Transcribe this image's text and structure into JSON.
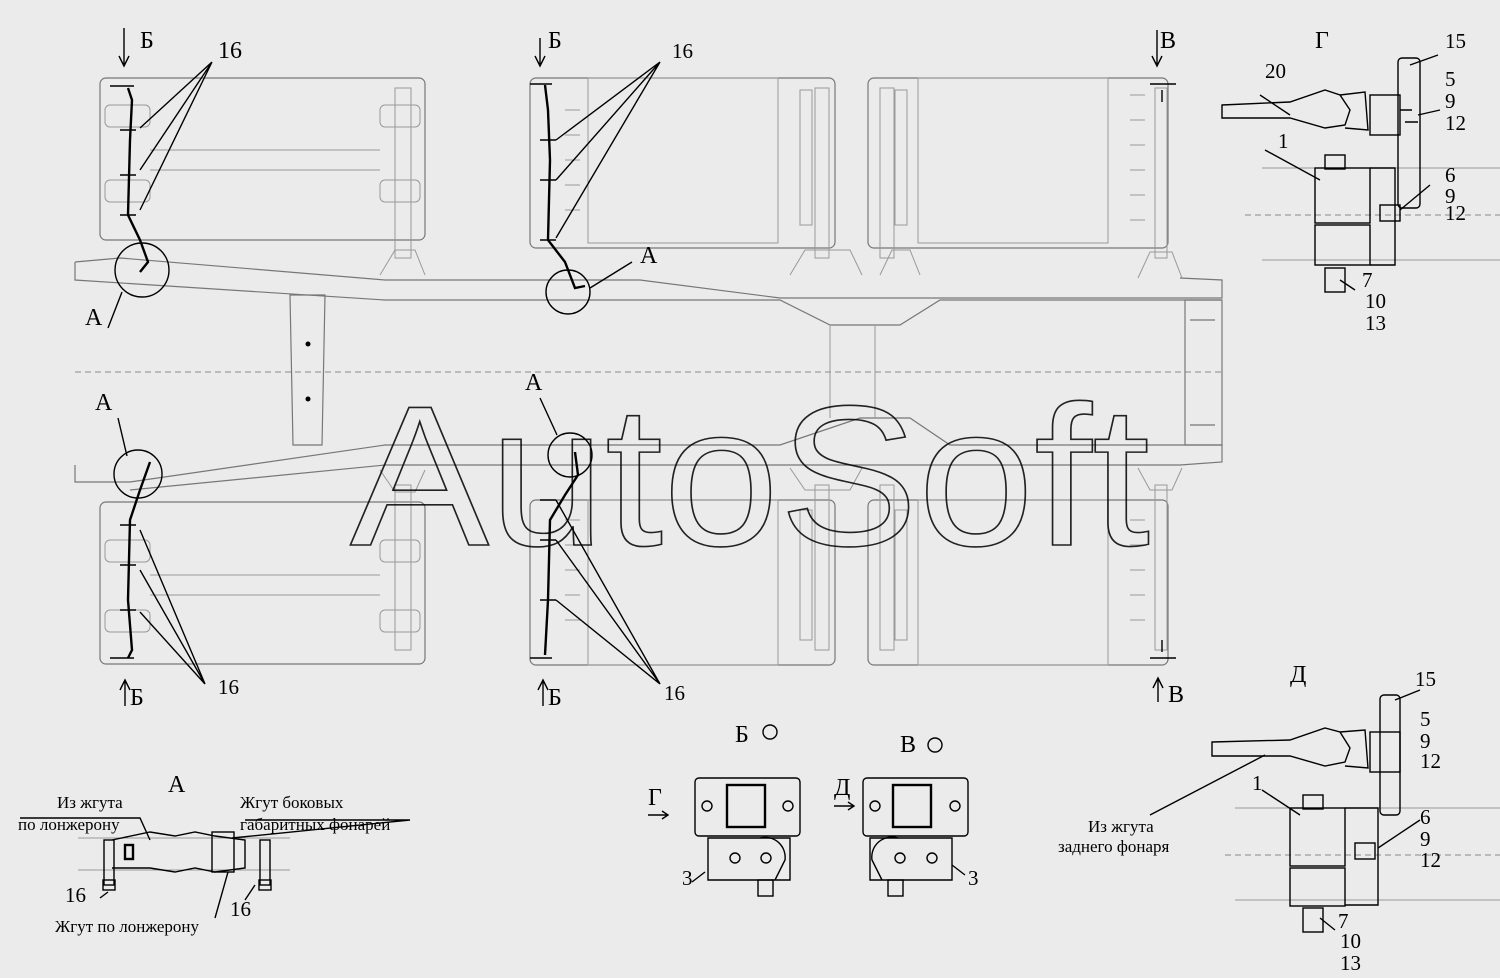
{
  "watermark": "AutoSoft",
  "views": {
    "b": "Б",
    "v": "В",
    "g": "Г",
    "a": "А",
    "d": "Д"
  },
  "callouts": {
    "n1": "1",
    "n3": "3",
    "n5": "5",
    "n6": "6",
    "n7": "7",
    "n9": "9",
    "n10": "10",
    "n12": "12",
    "n13": "13",
    "n15": "15",
    "n16": "16",
    "n20": "20"
  },
  "detail_a": {
    "title": "А",
    "from_harness_1": "Из жгута",
    "from_harness_2": "по лонжерону",
    "side_harness_1": "Жгут боковых",
    "side_harness_2": "габаритных фонарей",
    "spar_harness": "Жгут по лонжерону"
  },
  "detail_d": {
    "rear_harness_1": "Из жгута",
    "rear_harness_2": "заднего фонаря"
  }
}
